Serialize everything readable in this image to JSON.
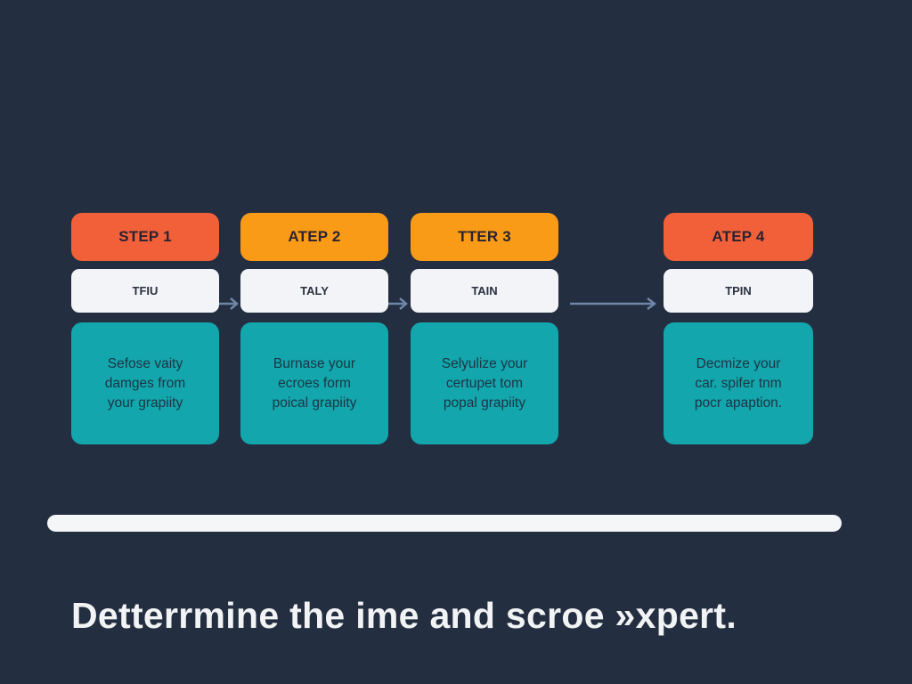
{
  "steps": [
    {
      "title": "STEP 1",
      "subtitle": "TFIU",
      "body": [
        "Sefose vaity",
        "damges from",
        "your grapiity"
      ],
      "header_color": "#f2603a"
    },
    {
      "title": "ATEP 2",
      "subtitle": "TALY",
      "body": [
        "Burnase your",
        "ecroes form",
        "poical grapiity"
      ],
      "header_color": "#f99b17"
    },
    {
      "title": "TTER 3",
      "subtitle": "TAIN",
      "body": [
        "Selyulize your",
        "certupet tom",
        "popal grapiity"
      ],
      "header_color": "#f99b17"
    },
    {
      "title": "ATEP 4",
      "subtitle": "TPIN",
      "body": [
        "Decmize your",
        "car. spifer tnm",
        "pocr apaption."
      ],
      "header_color": "#f2603a"
    }
  ],
  "caption": "Detterrmine the ime and scroe »xpert.",
  "colors": {
    "background": "#232e40",
    "card_body": "#13a6ac",
    "card_sub": "#f3f4f8",
    "arrow": "#6f86a8",
    "progress_track": "#f5f6f8"
  }
}
